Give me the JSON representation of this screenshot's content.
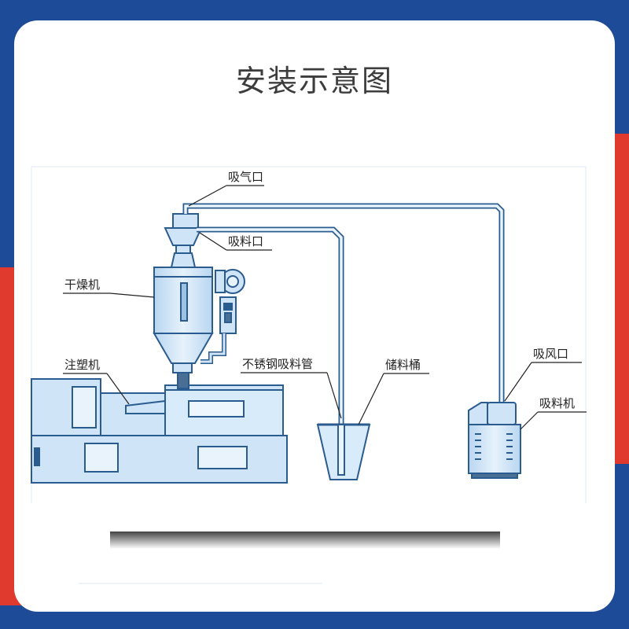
{
  "title": "安装示意图",
  "labels": {
    "air_inlet": "吸气口",
    "material_inlet": "吸料口",
    "dryer": "干燥机",
    "injection_machine": "注塑机",
    "steel_pipe": "不锈钢吸料管",
    "storage_bucket": "储料桶",
    "fan_port": "吸风口",
    "loader": "吸料机"
  },
  "colors": {
    "frame_blue": "#1e4b97",
    "accent_red": "#e03a2f",
    "machine_fill": "#cfe4f7",
    "machine_stroke": "#2b5c8f"
  }
}
